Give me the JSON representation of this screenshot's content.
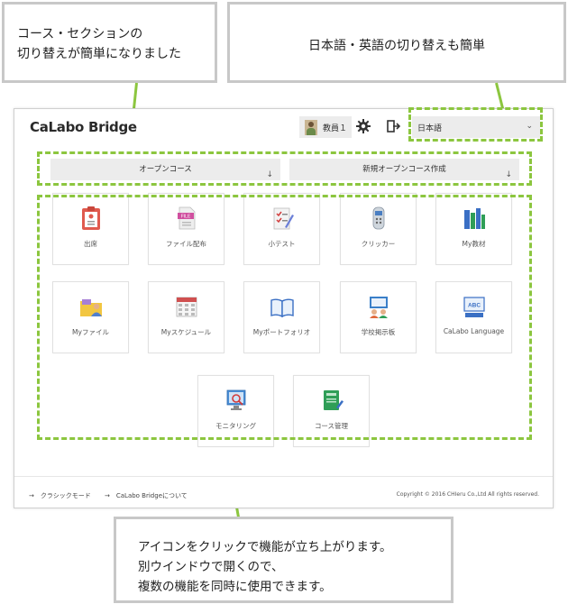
{
  "callouts": {
    "sections": {
      "line1": "コース・セクションの",
      "line2": "切り替えが簡単になりました"
    },
    "language": {
      "text": "日本語・英語の切り替えも簡単"
    },
    "icons": {
      "line1": "アイコンをクリックで機能が立ち上がります。",
      "line2": "別ウインドウで開くので、",
      "line3": "複数の機能を同時に使用できます。"
    }
  },
  "header": {
    "logo": "CaLabo Bridge",
    "user_name": "教員１",
    "gear_icon": "gear-icon",
    "logout_icon": "logout-icon",
    "language": {
      "value": "日本語",
      "arrow": "⌄"
    }
  },
  "selectors": {
    "open_course": {
      "label": "オープンコース",
      "arrow": "↓"
    },
    "new_open_course": {
      "label": "新規オープンコース作成",
      "arrow": "↓"
    }
  },
  "tiles": [
    {
      "label": "出席",
      "icon": "attendance-clipboard-icon"
    },
    {
      "label": "ファイル配布",
      "icon": "file-distribution-icon"
    },
    {
      "label": "小テスト",
      "icon": "quiz-icon"
    },
    {
      "label": "クリッカー",
      "icon": "clicker-remote-icon"
    },
    {
      "label": "My教材",
      "icon": "books-icon"
    },
    {
      "label": "Myファイル",
      "icon": "folder-icon"
    },
    {
      "label": "Myスケジュール",
      "icon": "calendar-icon"
    },
    {
      "label": "Myポートフォリオ",
      "icon": "open-book-icon"
    },
    {
      "label": "学校掲示板",
      "icon": "bulletin-board-icon"
    },
    {
      "label": "CaLabo Language",
      "icon": "abc-keyboard-icon"
    },
    {
      "label": "モニタリング",
      "icon": "monitoring-icon"
    },
    {
      "label": "コース管理",
      "icon": "course-management-icon"
    }
  ],
  "footer": {
    "link1": "→　クラシックモード",
    "link2": "→　CaLabo Bridgeについて",
    "copyright": "Copyright © 2016 CHIeru Co.,Ltd All rights reserved."
  },
  "colors": {
    "accent_green": "#8cc63f",
    "callout_border": "#c8c8c8",
    "select_bg": "#ececec"
  }
}
